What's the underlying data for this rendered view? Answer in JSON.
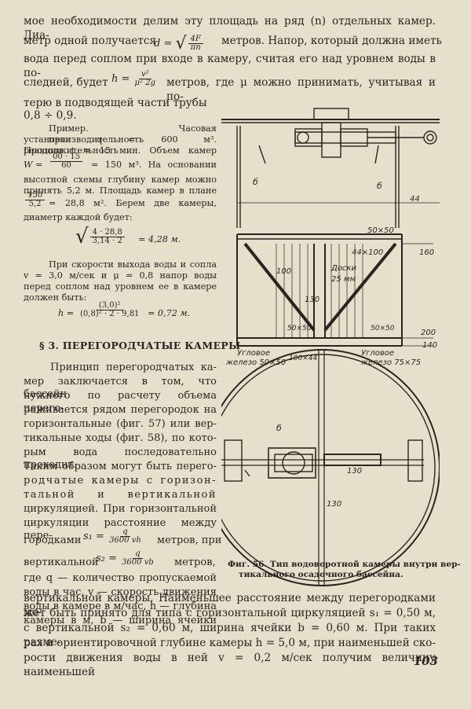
{
  "top": {
    "lines": [
      "мое необходимости делим эту площадь на ряд (n) отдельных камер. Диа-",
      "метр одной получается",
      "метров. Напор, который должна иметь",
      "вода перед соплом при входе в камеру, считая его над уровнем воды в по-",
      "следней, будет",
      "метров, где μ можно принимать, учитывая и по-",
      "терю в подводящей части трубы",
      "0,8 ÷ 0,9."
    ],
    "d_formula": "d =",
    "d_num": "4F",
    "d_den": "πn",
    "h_formula": "h =",
    "h_num": "v²",
    "h_den": "μ² 2g"
  },
  "example": {
    "lines": [
      "Пример. Часовая производительность",
      "установки q = 600 м³. Продолжительность",
      "реакции t = 15 мин. Объем камер",
      "W =",
      "= 150 м³. На основании",
      "высотной схемы глубину камер можно",
      "принять 5,2 м. Площадь камер в плане",
      "= 28,8 м². Берем две камеры,",
      "диаметр каждой будет:",
      "= 4,28 м.",
      "При скорости выхода воды и сопла",
      "v = 3,0 м/сек и μ = 0,8 напор воды",
      "перед соплом над уровнем ее в камере",
      "должен быть:",
      "h =",
      "= 0,72 м."
    ],
    "w_num": "00 · 15",
    "w_den": "60",
    "a_num": "150",
    "a_den": "5,2",
    "root_num": "4 · 28,8",
    "root_den": "3,14 · 2",
    "h2_num": "(3,0)²",
    "h2_den": "(0,8)² · 2 · 9,81"
  },
  "section": {
    "heading": "§ 3. ПЕРЕГОРОДЧАТЫЕ КАМЕРЫ",
    "lines": [
      "Принцип перегородчатых ка-",
      "мер заключается в том, что бассейн",
      "нужного по расчету объема перего-",
      "раживается рядом перегородок на",
      "горизонтальные (фиг. 57) или вер-",
      "тикальные ходы (фиг. 58), по кото-",
      "рым вода последовательно проходит.",
      "Таким образом могут быть перего-",
      "родчатые камеры с горизон-",
      "тальной и вертикальной",
      "циркуляцией. При горизонтальной",
      "циркуляции расстояние между пере-",
      "городками",
      "метров, при",
      "вертикальной",
      "метров,",
      "где q — количество пропускаемой",
      "воды в час, v — скорость движения",
      "воды в камере в м/час, h — глубина",
      "камеры в м, b — ширина ячейки"
    ],
    "s1": "s₁ =",
    "s1_num": "q",
    "s1_den": "3600 vh",
    "s2": "s₂ =",
    "s2_num": "q",
    "s2_den": "3600 vb"
  },
  "figure": {
    "caption_lines": [
      "Фиг. 56. Тип водоворотной камеры внутри вер-",
      "тикального осадочного бассейна."
    ],
    "labels": {
      "b1": "б",
      "b2": "б",
      "b3": "б",
      "d44": "44",
      "d50x50": "50×50",
      "d44x100": "44×100",
      "d160": "160",
      "d100": "100",
      "boards1": "Доски",
      "boards2": "25 мм",
      "d130a": "130",
      "d50x50b": "50×50",
      "d50x50c": "50×50",
      "d200": "200",
      "d140": "140",
      "d100x44": "100×44",
      "angle1a": "Угловое",
      "angle1b": "железо 50×50",
      "angle2a": "Угловое",
      "angle2b": "железо 75×75",
      "d130b": "130",
      "d130c": "130"
    }
  },
  "bottom": {
    "lines": [
      "вертикальной камеры. Наименьшее расстояние между перегородками мо-",
      "жет быть принято для типа с горизонтальной циркуляцией s₁ = 0,50 м,",
      "с вертикальной s₂ = 0,60 м, ширина ячейки b = 0,60 м. При таких разме-",
      "рах и ориентировочной глубине камеры h = 5,0 м, при наименьшей ско-",
      "рости движения воды в ней v = 0,2 м/сек получим величину наименьшей"
    ]
  },
  "page_number": "103"
}
